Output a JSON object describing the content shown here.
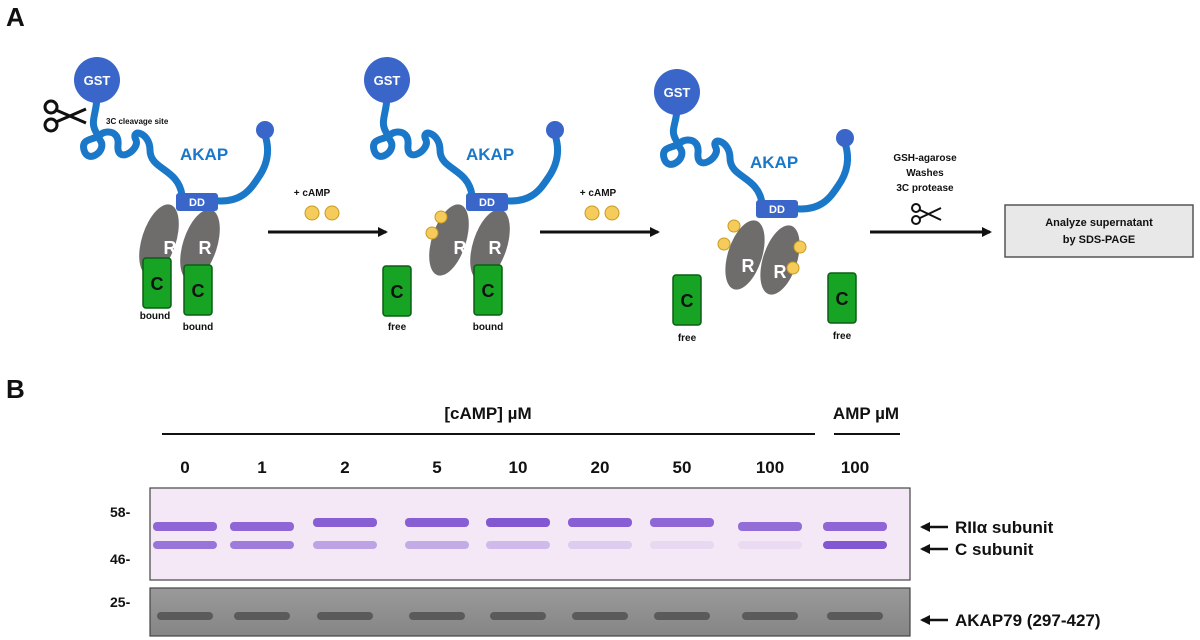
{
  "panel_a": {
    "letter": "A",
    "gst_label": "GST",
    "akap_label": "AKAP",
    "dd_label": "DD",
    "r_label": "R",
    "c_label": "C",
    "cleavage_note": "3C cleavage site",
    "step_label": "+ cAMP",
    "final_steps": [
      "GSH-agarose",
      "Washes",
      "3C protease"
    ],
    "state_bound": "bound",
    "state_free": "free",
    "result_box": [
      "Analyze supernatant",
      "by SDS-PAGE"
    ],
    "colors": {
      "akap_blue": "#1b78c8",
      "gst_blue": "#3a66c9",
      "regulatory_gray": "#6f6c6c",
      "catalytic_green": "#17a323",
      "camp_yellow": "#f5cb5c"
    }
  },
  "panel_b": {
    "letter": "B",
    "camp_header": "[cAMP] µM",
    "amp_header": "AMP µM",
    "concentrations": [
      "0",
      "1",
      "2",
      "5",
      "10",
      "20",
      "50",
      "100",
      "100"
    ],
    "mw_markers": [
      "58-",
      "46-",
      "25-"
    ],
    "band_labels": [
      "RIIα subunit",
      "C subunit",
      "AKAP79 (297-427)"
    ],
    "rii_band_intensity": [
      0.85,
      0.85,
      0.9,
      0.9,
      0.95,
      0.9,
      0.85,
      0.8,
      0.85
    ],
    "c_band_intensity": [
      0.75,
      0.7,
      0.45,
      0.4,
      0.3,
      0.18,
      0.1,
      0.08,
      0.95
    ],
    "colors": {
      "coomassie_bg": "#f4e8f6",
      "coomassie_band": "#7b4fd0",
      "lower_gel_bg": "#8f8f8f",
      "lower_band": "#4a4a4a"
    }
  }
}
